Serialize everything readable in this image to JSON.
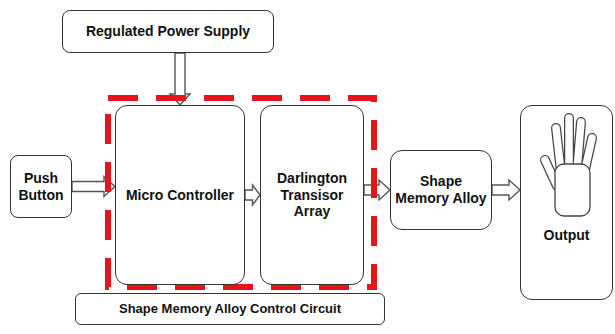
{
  "diagram": {
    "nodes": [
      {
        "text": [
          "Regulated Power Supply"
        ]
      },
      {
        "text": [
          "Push Button"
        ]
      },
      {
        "text": [
          "Shape Memory Alloy Control Circuit"
        ]
      },
      {
        "text": [
          "Micro Controller"
        ],
        "in": 2
      },
      {
        "text": [
          "Darlington Transisor Array"
        ],
        "in": 2
      },
      {
        "text": [
          "Shape Memory Alloy"
        ]
      },
      {
        "text": [
          "Output"
        ]
      }
    ],
    "edges": [
      {
        "from": 0,
        "to": 3,
        "arrow": "to"
      },
      {
        "from": 1,
        "to": 3,
        "arrow": "to"
      },
      {
        "from": 3,
        "to": 4,
        "arrow": "to"
      },
      {
        "from": 4,
        "to": 5,
        "arrow": "to"
      },
      {
        "from": 5,
        "to": 6,
        "arrow": "to"
      }
    ]
  }
}
